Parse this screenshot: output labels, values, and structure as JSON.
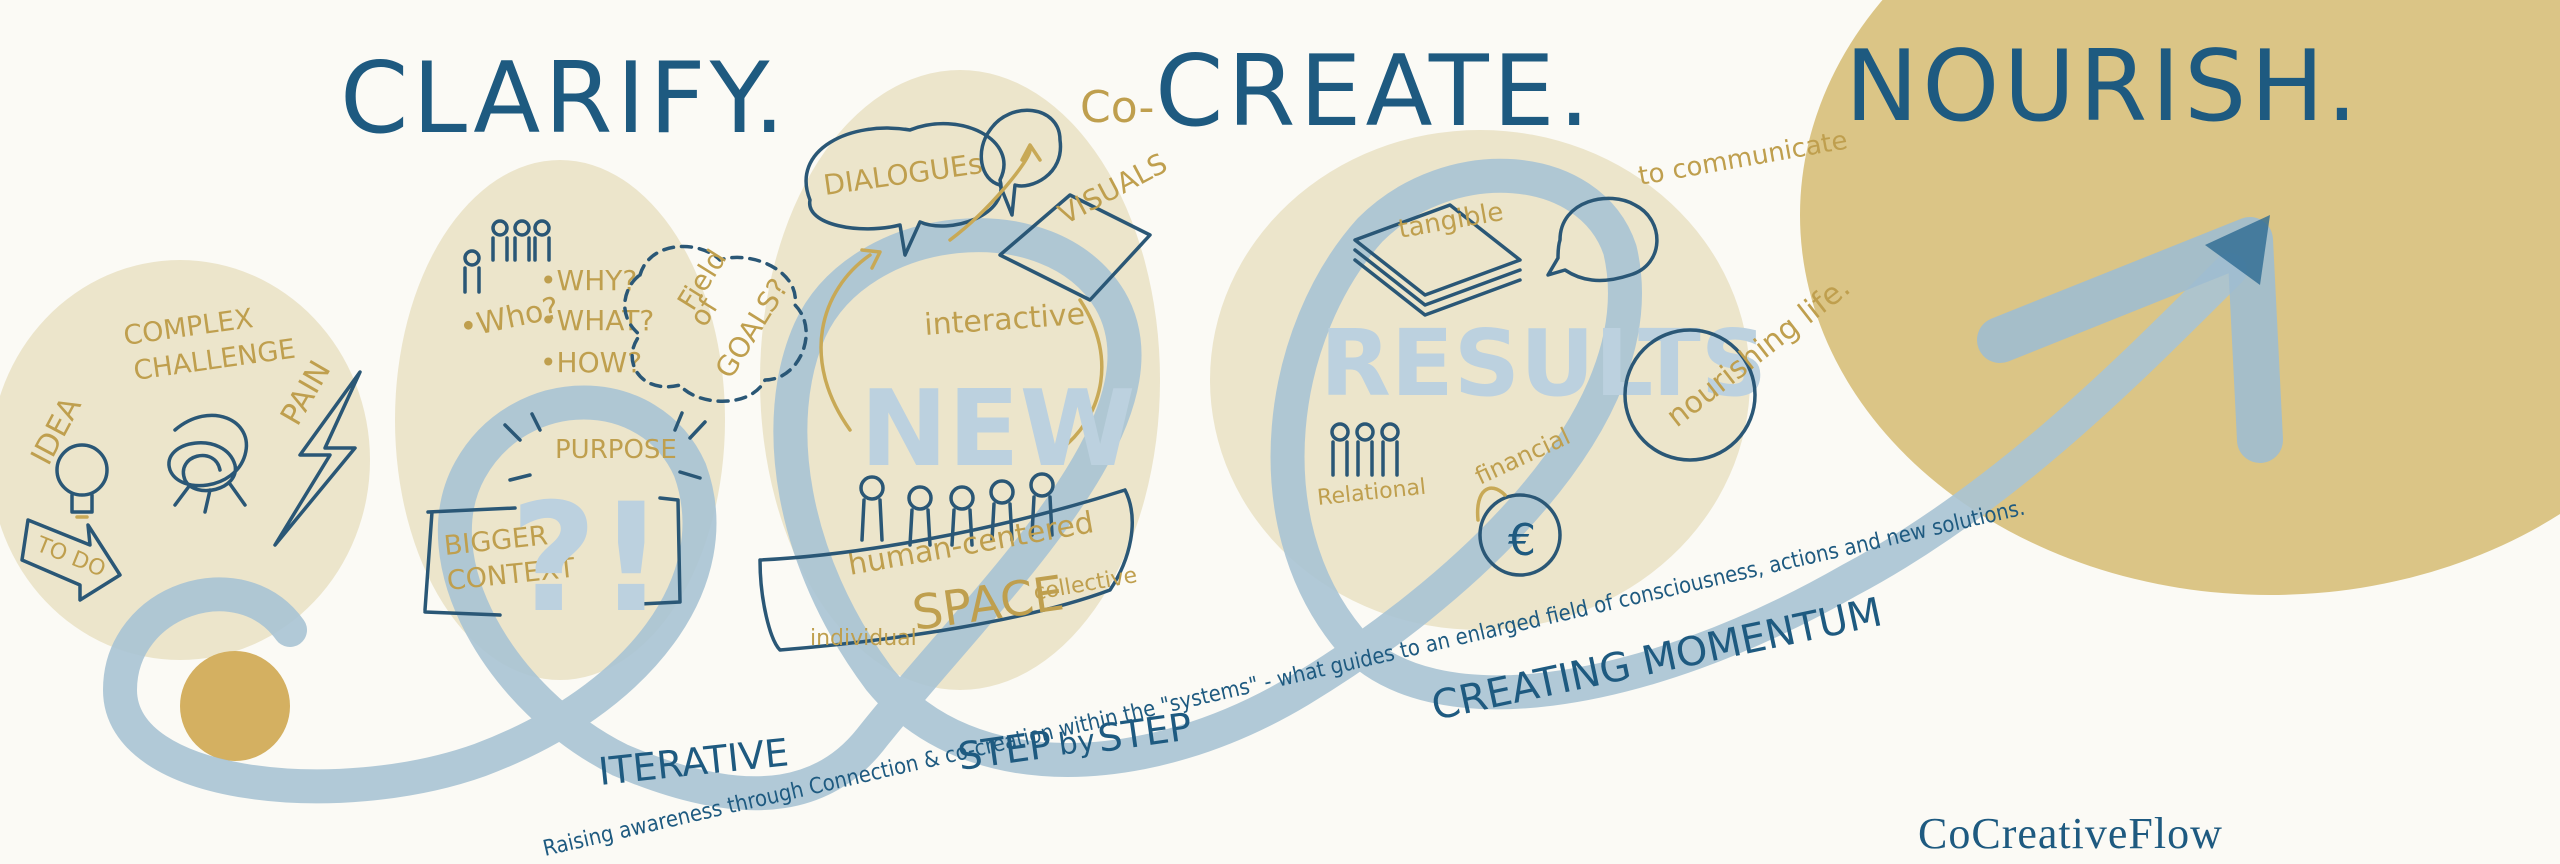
{
  "titles": {
    "clarify": "CLARIFY.",
    "co_prefix": "Co-",
    "create": "CREATE.",
    "nourish": "NOURISH."
  },
  "clarify": {
    "idea": "IDEA",
    "complex_challenge_line1": "COMPLEX",
    "complex_challenge_line2": "CHALLENGE",
    "pain": "PAIN",
    "todo": "TO DO",
    "who": "•Who?",
    "why": "•WHY?",
    "what": "•WHAT?",
    "how": "•HOW?",
    "field_of_goals_line1": "Field",
    "field_of_goals_line2": "of",
    "field_of_goals_line3": "GOALS?",
    "purpose": "PURPOSE",
    "bigger_context_line1": "BIGGER",
    "bigger_context_line2": "CONTEXT",
    "big_symbol": "?!"
  },
  "create": {
    "dialogues": "DIALOGUEs",
    "visuals": "VISUALS",
    "interactive": "interactive",
    "new": "NEW",
    "human_centered": "human-centered",
    "individual": "individual",
    "space": "SPACE",
    "collective": "collective"
  },
  "nourish": {
    "to_communicate": "to communicate",
    "tangible": "tangible",
    "results": "RESULTS",
    "nourishing_life": "nourishing life.",
    "relational": "Relational",
    "financial": "financial",
    "euro": "€"
  },
  "path": {
    "iterative": "ITERATIVE",
    "step_by_step_1": "STEP",
    "step_by_step_2": "by",
    "step_by_step_3": "STEP",
    "creating_momentum": "CREATING MOMENTUM",
    "bottom_line": "Raising awareness through Connection & co-creation within the \"systems\" - what guides to an enlarged field of consciousness, actions and new solutions."
  },
  "signature": "CoCreativeFlow",
  "colors": {
    "navy": "#1e5a80",
    "gold": "#c8a956",
    "pale_blue": "#a9c3d4",
    "sand": "#e9e0c3",
    "sun": "#d9c27f"
  }
}
